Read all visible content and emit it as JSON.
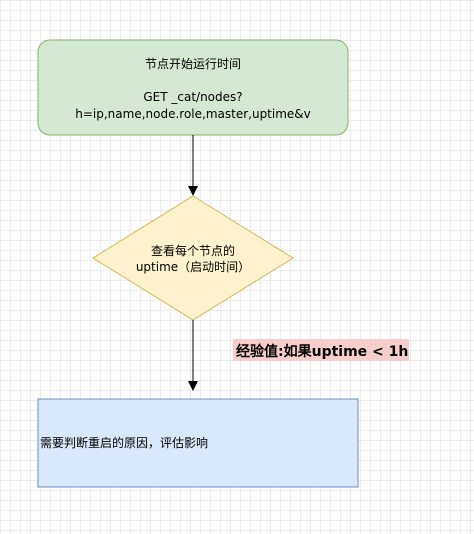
{
  "start_node": {
    "title": "节点开始运行时间",
    "request_line1": "GET _cat/nodes?",
    "request_line2": "h=ip,name,node.role,master,uptime&v"
  },
  "decision_node": {
    "line1": "查看每个节点的",
    "line2": "uptime（启动时间）"
  },
  "experience_note": {
    "text": "经验值:如果uptime < 1h"
  },
  "end_node": {
    "text": "需要判断重启的原因，评估影响"
  },
  "colors": {
    "start_fill": "#d5e8d4",
    "start_stroke": "#82b366",
    "decision_fill": "#fff2cc",
    "decision_stroke": "#d6b656",
    "end_fill": "#dae8fc",
    "end_stroke": "#6c8ebf",
    "note_highlight": "#f8cecc",
    "connector": "#000000"
  }
}
